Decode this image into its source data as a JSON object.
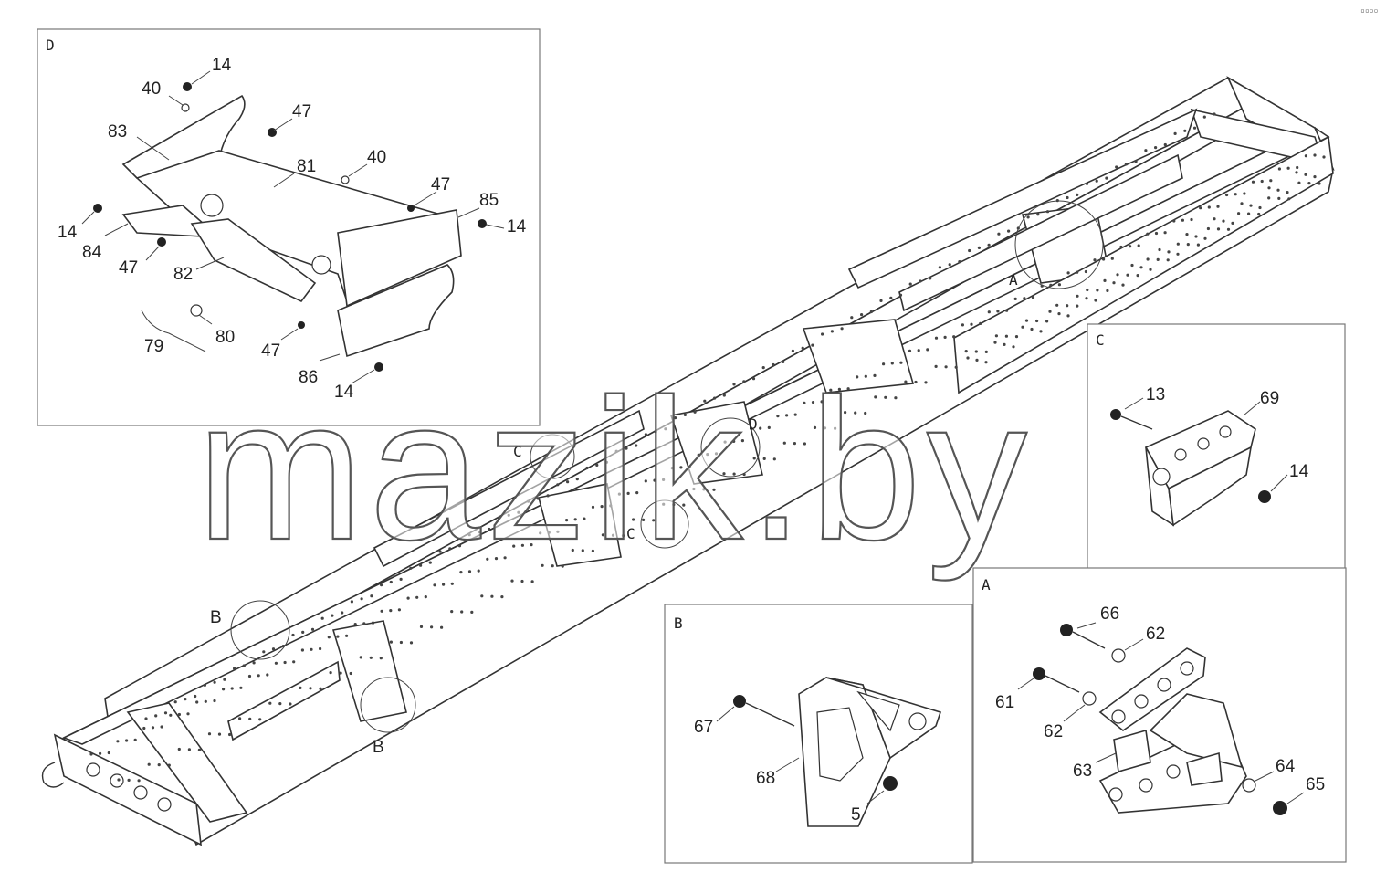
{
  "watermark": "mazik.by",
  "corner_mark": "▫▫▫▫",
  "main_callouts": {
    "a": "A",
    "b1": "B",
    "b2": "B",
    "c1": "C",
    "c2": "C",
    "d": "D"
  },
  "detail_d": {
    "header": "D",
    "labels": {
      "l14a": "14",
      "l40a": "40",
      "l47a": "47",
      "l83": "83",
      "l81": "81",
      "l40b": "40",
      "l47b": "47",
      "l85": "85",
      "l14b": "14",
      "l14c": "14",
      "l84": "84",
      "l47c": "47",
      "l82": "82",
      "l80": "80",
      "l79": "79",
      "l47d": "47",
      "l86": "86",
      "l14d": "14"
    }
  },
  "detail_c": {
    "header": "C",
    "labels": {
      "l13": "13",
      "l69": "69",
      "l14": "14"
    }
  },
  "detail_b": {
    "header": "B",
    "labels": {
      "l67": "67",
      "l68": "68",
      "l5": "5"
    }
  },
  "detail_a": {
    "header": "A",
    "labels": {
      "l66": "66",
      "l62a": "62",
      "l61": "61",
      "l62b": "62",
      "l63": "63",
      "l64": "64",
      "l65": "65"
    }
  }
}
